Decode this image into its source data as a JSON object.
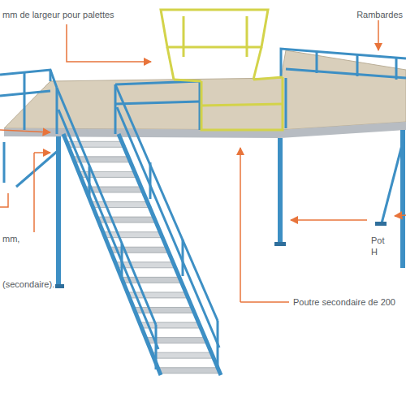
{
  "diagram": {
    "labels": [
      "mm de largeur pour palettes",
      "Rambardes",
      "mm,",
      "(secondaire).",
      "Pot",
      "H",
      "Poutre secondaire de 200"
    ]
  }
}
